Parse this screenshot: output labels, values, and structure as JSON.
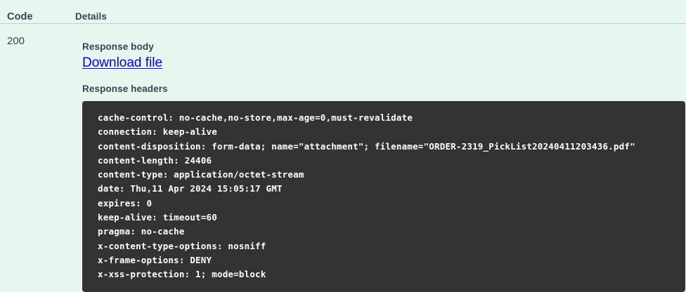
{
  "table": {
    "columns": {
      "code": "Code",
      "details": "Details"
    }
  },
  "response": {
    "status_code": "200",
    "body_label": "Response body",
    "download_link": "Download file",
    "headers_label": "Response headers",
    "headers": [
      "cache-control: no-cache,no-store,max-age=0,must-revalidate",
      "connection: keep-alive",
      "content-disposition: form-data; name=\"attachment\"; filename=\"ORDER-2319_PickList20240411203436.pdf\"",
      "content-length: 24406",
      "content-type: application/octet-stream",
      "date: Thu,11 Apr 2024 15:05:17 GMT",
      "expires: 0",
      "keep-alive: timeout=60",
      "pragma: no-cache",
      "x-content-type-options: nosniff",
      "x-frame-options: DENY",
      "x-xss-protection: 1; mode=block"
    ]
  },
  "colors": {
    "background": "#e8f6f0",
    "text": "#3b4151",
    "divider": "#b9d5c9",
    "panel_background": "#333333",
    "panel_text": "#ffffff",
    "link": "#0000ee"
  }
}
